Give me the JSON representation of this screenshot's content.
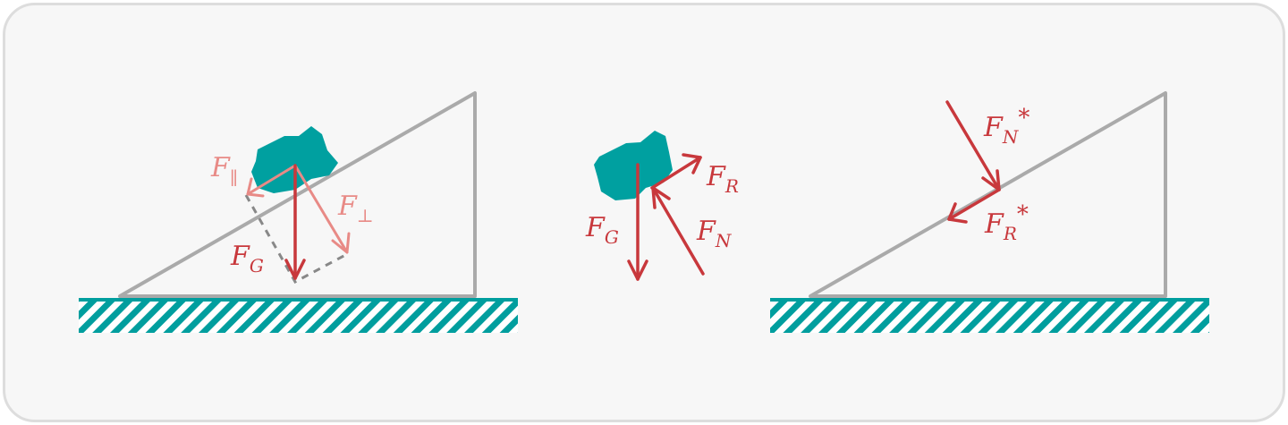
{
  "colors": {
    "frame_bg": "#f7f7f7",
    "frame_border": "#dddddd",
    "incline": "#aaaaaa",
    "ground": "#009e9e",
    "block": "#00a0a0",
    "force_main": "#c8383c",
    "force_component": "#e88a86",
    "dashed": "#888888"
  },
  "panels": {
    "left": {
      "components": {
        "parallel": {
          "base": "F",
          "sub": "∥"
        },
        "perpendicular": {
          "base": "F",
          "sub": "⊥"
        }
      },
      "gravity": {
        "base": "F",
        "sub": "G"
      }
    },
    "middle": {
      "gravity": {
        "base": "F",
        "sub": "G"
      },
      "friction": {
        "base": "F",
        "sub": "R"
      },
      "normal": {
        "base": "F",
        "sub": "N"
      }
    },
    "right": {
      "normal_reaction": {
        "base": "F",
        "sub": "N",
        "mark": "*"
      },
      "friction_reaction": {
        "base": "F",
        "sub": "R",
        "mark": "*"
      }
    }
  },
  "icons": [
    "rock-block",
    "hatched-ground",
    "force-arrow"
  ]
}
